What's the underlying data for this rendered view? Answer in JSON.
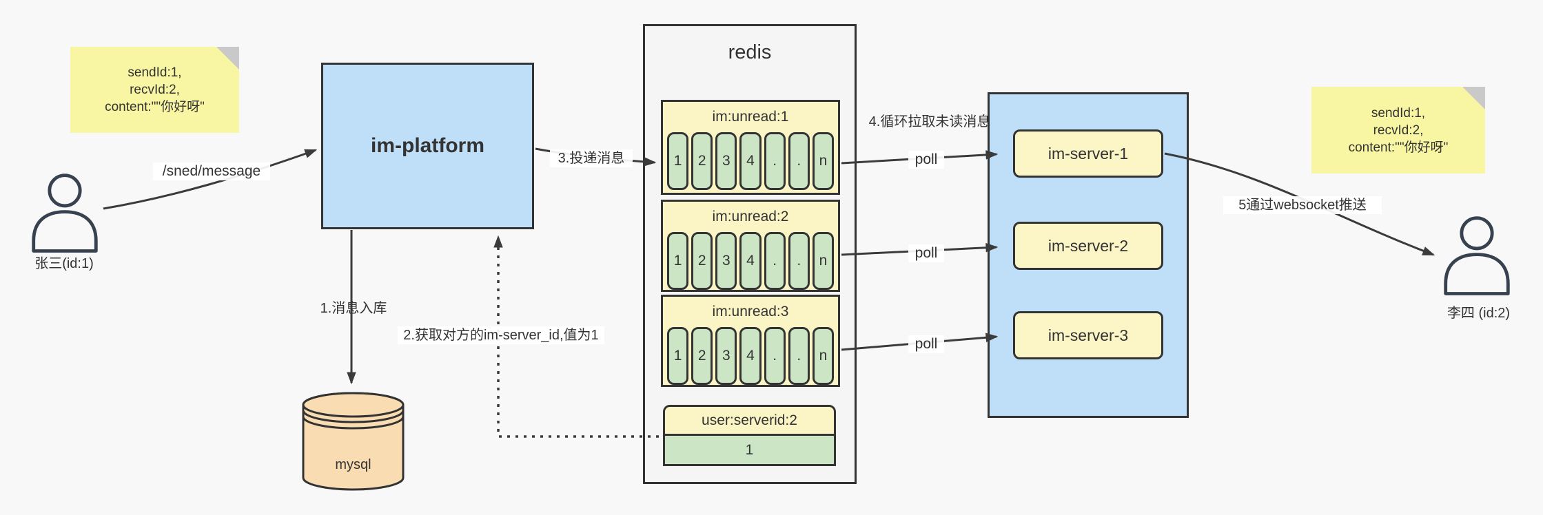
{
  "colors": {
    "background": "#f8f8f8",
    "platform_blue": "#bedff7",
    "note_yellow": "#f8f6a2",
    "box_yellow": "#fbf5c5",
    "cell_green": "#cbe5c5",
    "db_orange": "#f9dcb1",
    "stroke_dark": "#3b3b3b"
  },
  "notes": {
    "left": {
      "lines": [
        "sendId:1,",
        "recvId:2,",
        "content:\"\"你好呀\""
      ]
    },
    "right": {
      "lines": [
        "sendId:1,",
        "recvId:2,",
        "content:\"\"你好呀\""
      ]
    }
  },
  "actors": {
    "sender": {
      "label": "张三(id:1)"
    },
    "receiver": {
      "label": "李四 (id:2)"
    }
  },
  "platform": {
    "label": "im-platform"
  },
  "database": {
    "label": "mysql"
  },
  "redis": {
    "title": "redis",
    "groups": [
      {
        "title": "im:unread:1",
        "cells": [
          "1",
          "2",
          "3",
          "4",
          ".",
          ".",
          "n"
        ]
      },
      {
        "title": "im:unread:2",
        "cells": [
          "1",
          "2",
          "3",
          "4",
          ".",
          ".",
          "n"
        ]
      },
      {
        "title": "im:unread:3",
        "cells": [
          "1",
          "2",
          "3",
          "4",
          ".",
          ".",
          "n"
        ]
      }
    ],
    "kv": {
      "title": "user:serverid:2",
      "value": "1"
    }
  },
  "servers": {
    "items": [
      {
        "label": "im-server-1"
      },
      {
        "label": "im-server-2"
      },
      {
        "label": "im-server-3"
      }
    ]
  },
  "edges": {
    "send_label": "/sned/message",
    "step1_label": "1.消息入库",
    "step2_label": "2.获取对方的im-server_id,值为1",
    "step3_label": "3.投递消息",
    "step4_label": "4.循环拉取未读消息",
    "step5_label": "5通过websocket推送",
    "poll_label": "poll"
  }
}
